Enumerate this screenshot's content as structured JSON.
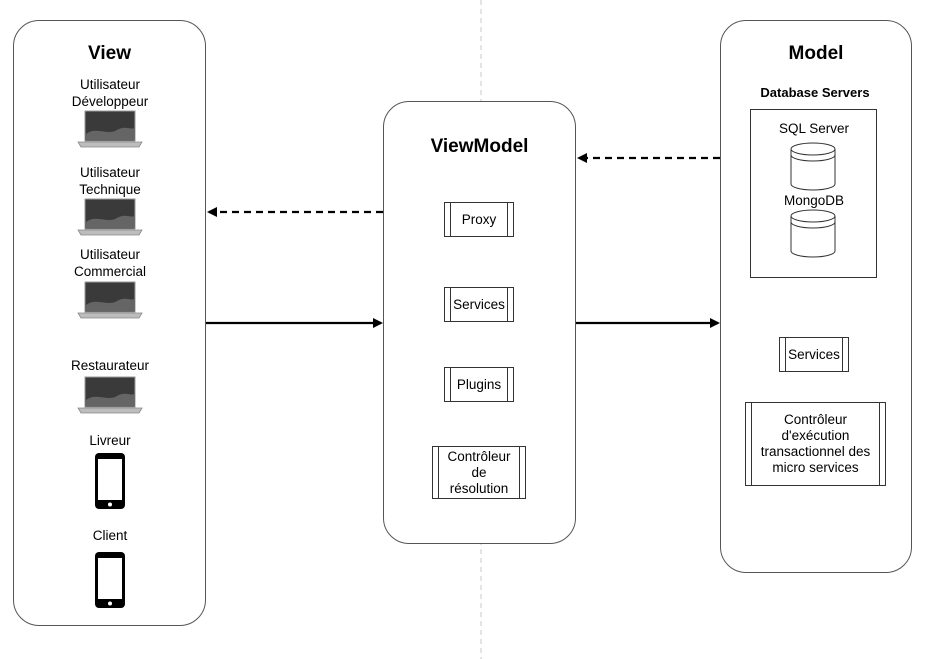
{
  "view": {
    "title": "View",
    "users": [
      {
        "label": "Utilisateur\nDéveloppeur",
        "icon": "laptop-icon"
      },
      {
        "label": "Utilisateur\nTechnique",
        "icon": "laptop-icon"
      },
      {
        "label": "Utilisateur\nCommercial",
        "icon": "laptop-icon"
      },
      {
        "label": "Restaurateur",
        "icon": "laptop-icon"
      },
      {
        "label": "Livreur",
        "icon": "smartphone-icon"
      },
      {
        "label": "Client",
        "icon": "smartphone-icon"
      }
    ]
  },
  "viewmodel": {
    "title": "ViewModel",
    "components": [
      "Proxy",
      "Services",
      "Plugins",
      "Contrôleur\nde\nrésolution"
    ]
  },
  "model": {
    "title": "Model",
    "db_group_title": "Database Servers",
    "databases": [
      "SQL Server",
      "MongoDB"
    ],
    "components": [
      "Services",
      "Contrôleur\nd'exécution\ntransactionnel des\nmicro services"
    ]
  },
  "colors": {
    "stroke": "#000000",
    "panel_border": "#555555",
    "divider": "#c8c8c8"
  }
}
